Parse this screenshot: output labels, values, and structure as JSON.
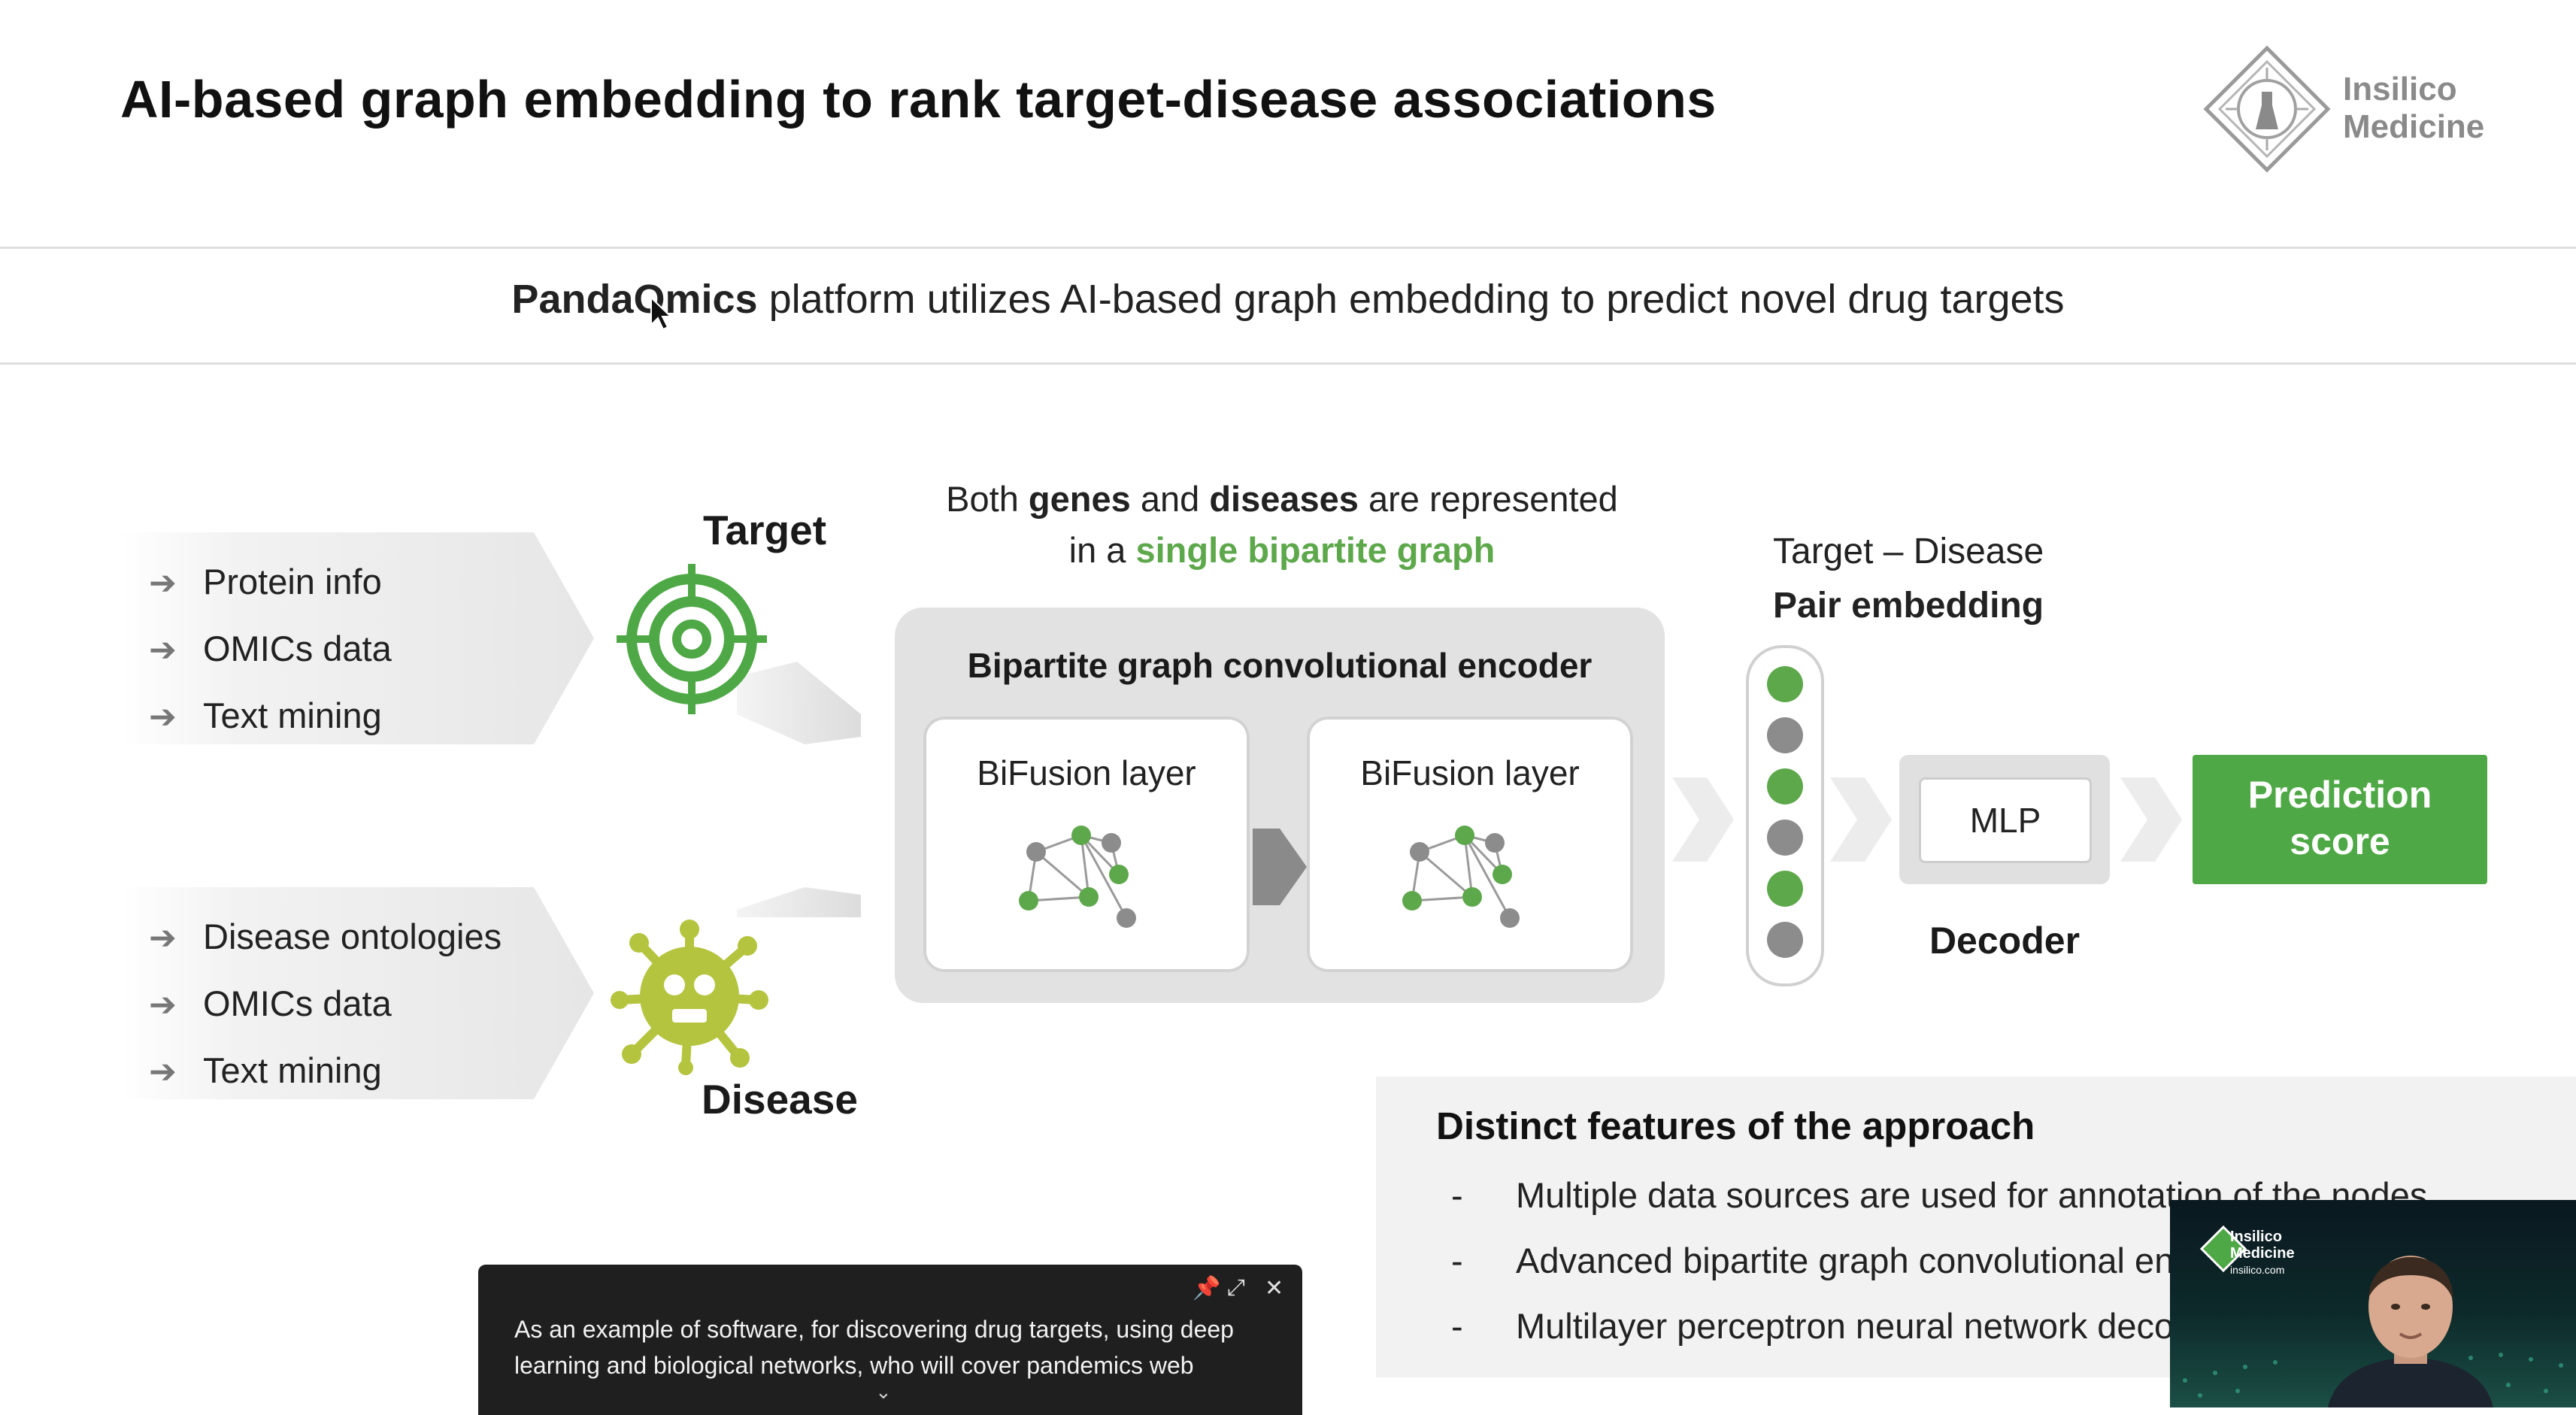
{
  "slide": {
    "title": "AI-based graph embedding to rank target-disease associations",
    "logo_text_line1": "Insilico",
    "logo_text_line2": "Medicine",
    "subtitle_bold": "PandaOmics",
    "subtitle_rest": " platform utilizes AI-based graph embedding to predict novel drug targets"
  },
  "target_inputs": [
    "Protein info",
    "OMICs data",
    "Text mining"
  ],
  "disease_inputs": [
    "Disease ontologies",
    "OMICs data",
    "Text mining"
  ],
  "target_label": "Target",
  "disease_label": "Disease",
  "graph_note": {
    "p1": "Both ",
    "genes": "genes",
    "p2": " and ",
    "diseases": "diseases",
    "p3": " are represented",
    "p4": "in a ",
    "highlight": "single bipartite graph"
  },
  "encoder": {
    "title": "Bipartite graph convolutional encoder",
    "layer1": "BiFusion layer",
    "layer2": "BiFusion layer"
  },
  "pair": {
    "line1": "Target – Disease",
    "line2": "Pair embedding"
  },
  "decoder": {
    "mlp": "MLP",
    "label": "Decoder"
  },
  "score": {
    "line1": "Prediction",
    "line2": "score"
  },
  "features": {
    "title": "Distinct features of the approach",
    "items": [
      "Multiple data sources are used for annotation of the nodes",
      "Advanced bipartite graph convolutional en",
      "Multilayer perceptron neural network deco"
    ],
    "dash": "-"
  },
  "caption": {
    "text": "As an example of software, for discovering drug targets, using deep learning and biological networks, who will cover pandemics web",
    "pin_icon": "pin-icon",
    "expand_icon": "expand-icon",
    "close_icon": "close-icon"
  },
  "webcam": {
    "logo_line1": "Insilico",
    "logo_line2": "Medicine",
    "logo_line3": "insilico.com"
  },
  "colors": {
    "accent_green": "#4ea845",
    "disease_green": "#b5c43e",
    "node_gray": "#8c8c8c"
  }
}
